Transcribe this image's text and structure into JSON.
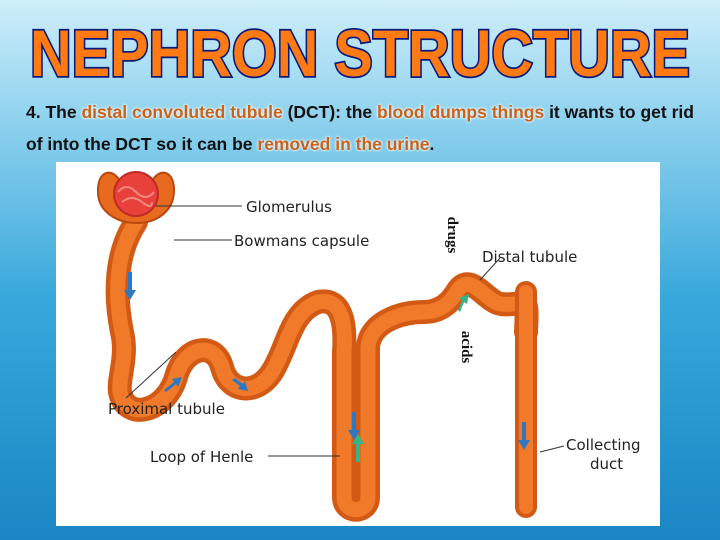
{
  "title": "NEPHRON STRUCTURE",
  "caption": {
    "lead": "4.  The ",
    "term_dct": "distal convoluted tubule",
    "part2": " (DCT):  the ",
    "term_blood": "blood dumps  things",
    "part3": " it wants to get rid of into the DCT so it can be ",
    "term_removed": "removed in the urine",
    "end": "."
  },
  "diagram": {
    "labels": {
      "glomerulus": "Glomerulus",
      "bowmans_capsule": "Bowmans capsule",
      "distal_tubule": "Distal tubule",
      "proximal_tubule": "Proximal tubule",
      "loop_of_henle": "Loop of Henle",
      "collecting_duct_line1": "Collecting",
      "collecting_duct_line2": "duct"
    },
    "side_labels": {
      "drugs": "drugs",
      "acids": "acids"
    }
  },
  "colors": {
    "title_fill": "#ff7a12",
    "title_outline": "#0a1a7a",
    "tubule": "#e86a1f",
    "glomerulus": "#e8403a",
    "arrow_blue": "#2e78c2",
    "arrow_green": "#35b48a"
  }
}
